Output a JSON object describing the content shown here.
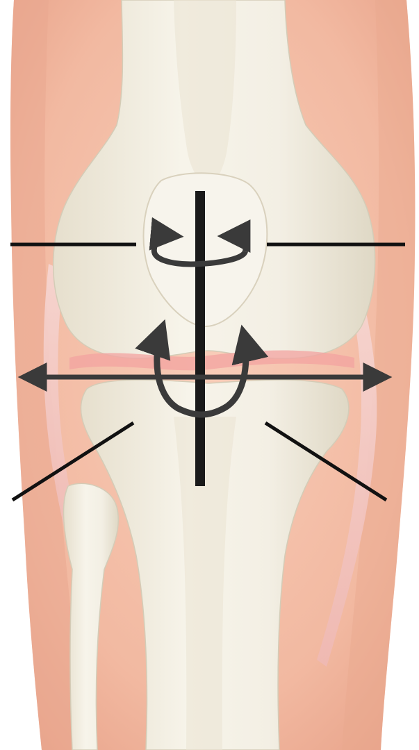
{
  "figure": {
    "subject": "knee-joint-anterior-view",
    "palette": {
      "skin": "#f2b9a1",
      "skin_shadow": "#e49a80",
      "bone": "#f3efe4",
      "bone_shade": "#ddd6c3",
      "ligament": "#f4c6c2",
      "cartilage_line": "#f09a9a",
      "annotation": "#111111",
      "arrow": "#3a3a3a"
    },
    "annotations": {
      "leader_lines": 4,
      "vertical_axis": true,
      "medial_lateral_double_arrow": true,
      "rotation_arrows": [
        "patella-rotation-left",
        "patella-rotation-right",
        "tibial-u-turn-left",
        "tibial-u-turn-right"
      ]
    }
  }
}
